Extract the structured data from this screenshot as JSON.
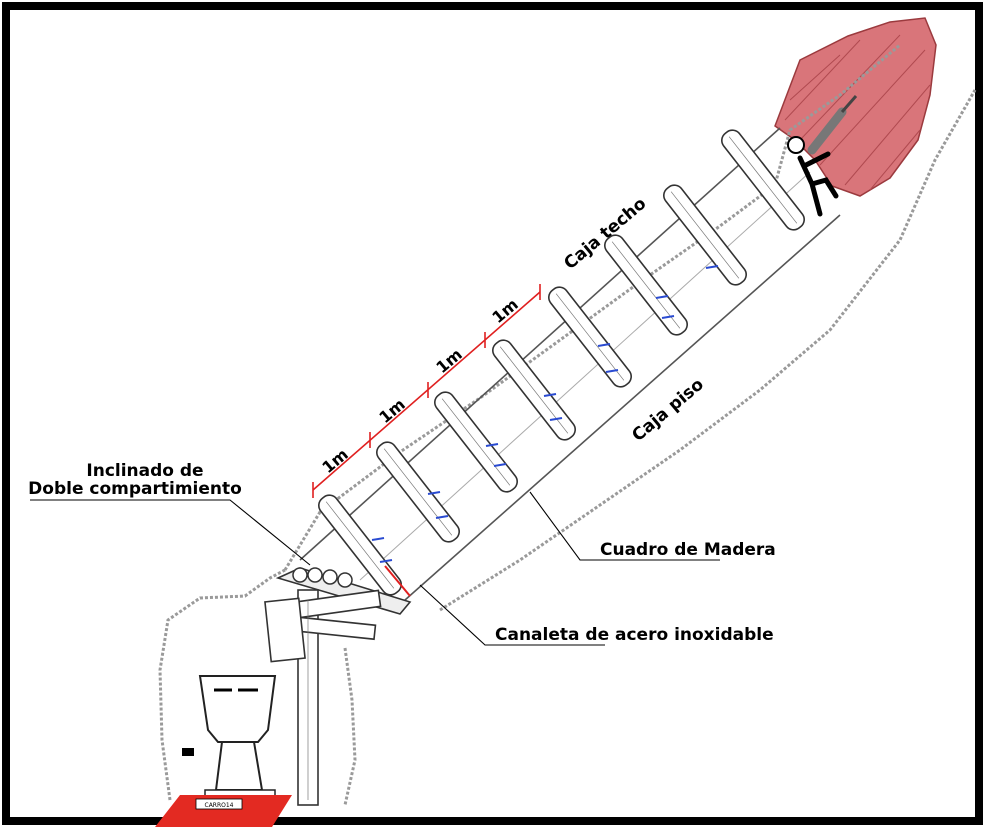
{
  "labels": {
    "inclinado_line1": "Inclinado de",
    "inclinado_line2": "Doble compartimiento",
    "caja_techo": "Caja techo",
    "caja_piso": "Caja piso",
    "cuadro": "Cuadro de Madera",
    "canaleta": "Canaleta de acero inoxidable",
    "carro": "CARRO14"
  },
  "meter_marks": [
    "1m",
    "1m",
    "1m",
    "1m"
  ],
  "colors": {
    "frame": "#000000",
    "ore_body": "#d9757a",
    "track": "#e32a22",
    "dimension_line": "#e02020",
    "blue_marks": "#2a4bd1",
    "rock_outline": "#9a9a9a"
  },
  "icons": {
    "miner": "miner-with-drill-icon",
    "ore_car": "ore-car-icon",
    "ore_face": "ore-face-icon"
  }
}
